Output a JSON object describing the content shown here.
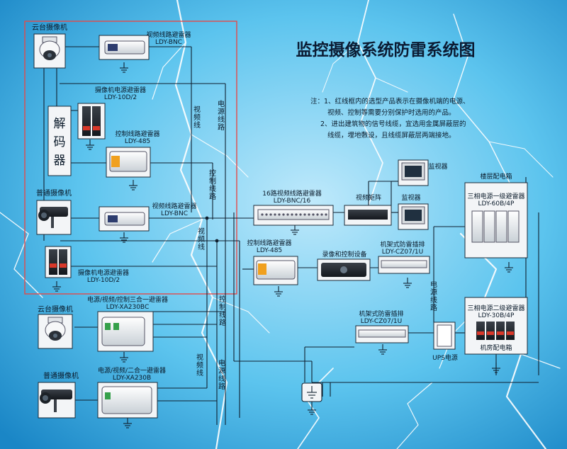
{
  "title": "监控摄像系统防雷系统图",
  "notes": [
    "注：1、红线框内的选型产品表示在摄像机端的电源、",
    "视频、控制等需要分别保护时选用的产品。",
    "2、进出建筑物的信号线缆，宜选用金属屏蔽层的",
    "线缆，埋地敷设，且线缆屏蔽层两端接地。"
  ],
  "colors": {
    "background": "#3fb0e3",
    "red_frame": "#e34a4a",
    "lightning": "#ffffff"
  },
  "nodes": {
    "ptz_camera_1": {
      "label": "云台摄像机",
      "icon": "ptz-dome-camera-icon"
    },
    "video_arrester_1": {
      "name": "视频线路避雷器",
      "model": "LDY-BNC"
    },
    "decoder": {
      "chars": [
        "解",
        "码",
        "器"
      ]
    },
    "cam_power_arrester_1": {
      "name": "摄像机电源避雷器",
      "model": "LDY-10D/2"
    },
    "control_arrester_1": {
      "name": "控制线路避雷器",
      "model": "LDY-485"
    },
    "normal_camera_1": {
      "label": "普通摄像机",
      "icon": "bullet-camera-icon"
    },
    "video_arrester_2": {
      "name": "视频线路避雷器",
      "model": "LDY-BNC"
    },
    "cam_power_arrester_2": {
      "name": "摄像机电源避雷器",
      "model": "LDY-10D/2"
    },
    "ptz_camera_2": {
      "label": "云台摄像机",
      "icon": "ptz-dome-camera-icon"
    },
    "combo3_arrester": {
      "name": "电源/视频/控制三合一避雷器",
      "model": "LDY-XA230BC"
    },
    "normal_camera_2": {
      "label": "普通摄像机",
      "icon": "bullet-camera-icon"
    },
    "combo2_arrester": {
      "name": "电源/视频/二合一避雷器",
      "model": "LDY-XA230B"
    },
    "video16_arrester": {
      "name": "16路视频线路避雷器",
      "model": "LDY-BNC/16"
    },
    "control_arrester_2": {
      "name": "控制线路避雷器",
      "model": "LDY-485"
    },
    "video_matrix": {
      "label": "视频矩阵"
    },
    "monitor_1": {
      "label": "监视器"
    },
    "monitor_2": {
      "label": "监视器"
    },
    "recorder": {
      "label": "录像和控制设备"
    },
    "rack_strip_1": {
      "name": "机架式防雷插排",
      "model": "LDY-CZ07/1U"
    },
    "rack_strip_2": {
      "name": "机架式防雷插排",
      "model": "LDY-CZ07/1U"
    },
    "building_box": {
      "label": "楼层配电箱"
    },
    "power_arrester_1": {
      "name": "三相电源一级避雷器",
      "model": "LDY-60B/4P"
    },
    "power_arrester_2": {
      "name": "三相电源二级避雷器",
      "model": "LDY-30B/4P"
    },
    "room_box": {
      "label": "机房配电箱"
    },
    "ups": {
      "label": "UPS电源"
    }
  },
  "wire_labels": {
    "video_1": "视频线",
    "power_1": "电源线路",
    "control_1": "控制线路",
    "video_2": "视频线",
    "control_2": "控制线路",
    "video_3": "视频线",
    "power_2": "电源线路",
    "power_3": "电源线路"
  }
}
